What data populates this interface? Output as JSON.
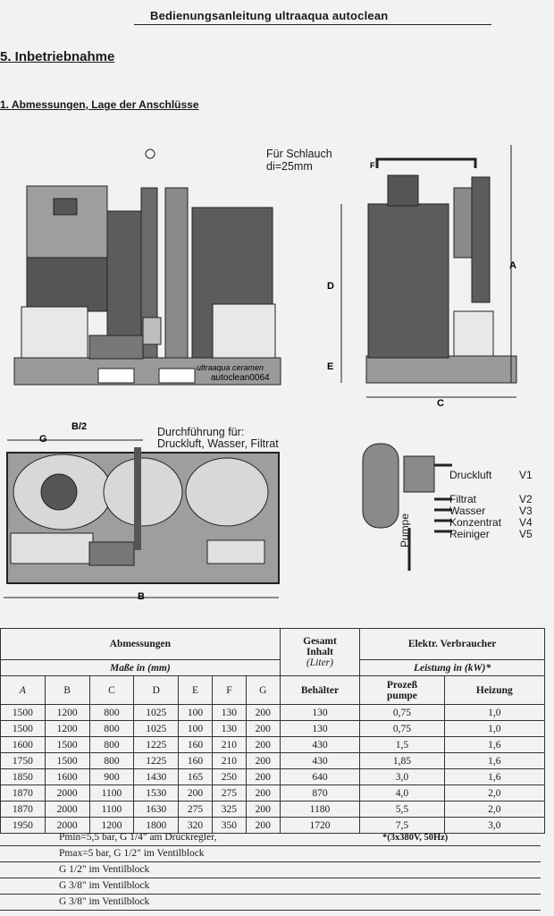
{
  "header": "Bedienungsanleitung ultraaqua autoclean",
  "section_title": "5. Inbetriebnahme",
  "subsection_title": "1. Abmessungen, Lage der Anschlüsse",
  "drawing": {
    "hose_line1": "Für Schlauch",
    "hose_line2": "di=25mm",
    "brand": "ultraaqua ceramen",
    "model": "autoclean0064",
    "dim_a": "A",
    "dim_b": "B",
    "dim_b_half": "B/2",
    "dim_c": "C",
    "dim_d": "D",
    "dim_e": "E",
    "dim_f": "F",
    "dim_g": "G",
    "passthrough_line1": "Durchführung für:",
    "passthrough_line2": "Druckluft, Wasser, Filtrat",
    "pump": "Pumpe",
    "valves": [
      {
        "name": "Druckluft",
        "code": "V1"
      },
      {
        "name": "Filtrat",
        "code": "V2"
      },
      {
        "name": "Wasser",
        "code": "V3"
      },
      {
        "name": "Konzentrat",
        "code": "V4"
      },
      {
        "name": "Reiniger",
        "code": "V5"
      }
    ]
  },
  "table": {
    "group_dimensions": "Abmessungen",
    "group_volume_l1": "Gesamt",
    "group_volume_l2": "Inhalt",
    "group_consumers": "Elektr. Verbraucher",
    "unit_dimensions": "Maße in (mm)",
    "unit_volume": "(Liter)",
    "unit_power": "Leistung in (kW)*",
    "columns": [
      "A",
      "B",
      "C",
      "D",
      "E",
      "F",
      "G",
      "Behälter",
      "Prozeß",
      "Heizung"
    ],
    "columns_pump_l2": "pumpe",
    "rows": [
      [
        "1500",
        "1200",
        "800",
        "1025",
        "100",
        "130",
        "200",
        "130",
        "0,75",
        "1,0"
      ],
      [
        "1500",
        "1200",
        "800",
        "1025",
        "100",
        "130",
        "200",
        "130",
        "0,75",
        "1,0"
      ],
      [
        "1600",
        "1500",
        "800",
        "1225",
        "160",
        "210",
        "200",
        "430",
        "1,5",
        "1,6"
      ],
      [
        "1750",
        "1500",
        "800",
        "1225",
        "160",
        "210",
        "200",
        "430",
        "1,85",
        "1,6"
      ],
      [
        "1850",
        "1600",
        "900",
        "1430",
        "165",
        "250",
        "200",
        "640",
        "3,0",
        "1,6"
      ],
      [
        "1870",
        "2000",
        "1100",
        "1530",
        "200",
        "275",
        "200",
        "870",
        "4,0",
        "2,0"
      ],
      [
        "1870",
        "2000",
        "1100",
        "1630",
        "275",
        "325",
        "200",
        "1180",
        "5,5",
        "2,0"
      ],
      [
        "1950",
        "2000",
        "1200",
        "1800",
        "320",
        "350",
        "200",
        "1720",
        "7,5",
        "3,0"
      ]
    ]
  },
  "notes": [
    "Pmin=5,5 bar, G 1/4\" am Druckregler,",
    "Pmax=5 bar, G 1/2\" im Ventilblock",
    "G 1/2\" im Ventilblock",
    "G 3/8\" im Ventilblock",
    "G 3/8\" im Ventilblock"
  ],
  "voltage_note": "*(3x380V, 50Hz)"
}
